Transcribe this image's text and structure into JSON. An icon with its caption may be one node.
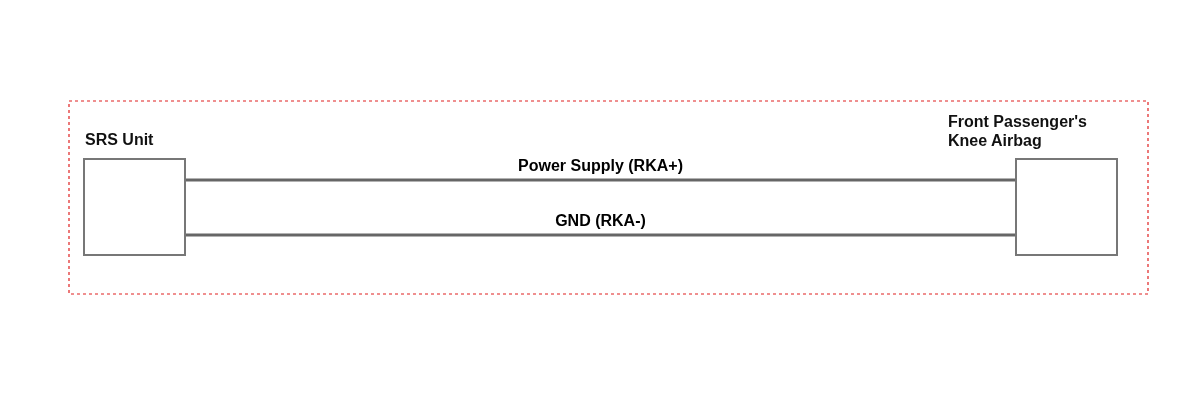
{
  "diagram": {
    "nodes": [
      {
        "text": [
          "SRS Unit"
        ]
      },
      {
        "text": [
          "Front Passenger's Knee Airbag"
        ]
      }
    ],
    "edges": [
      {
        "from": 0,
        "to": 1,
        "arrow": "none",
        "label": "Power Supply (RKA+)"
      },
      {
        "from": 0,
        "to": 1,
        "arrow": "none",
        "label": "GND (RKA-)"
      }
    ]
  }
}
